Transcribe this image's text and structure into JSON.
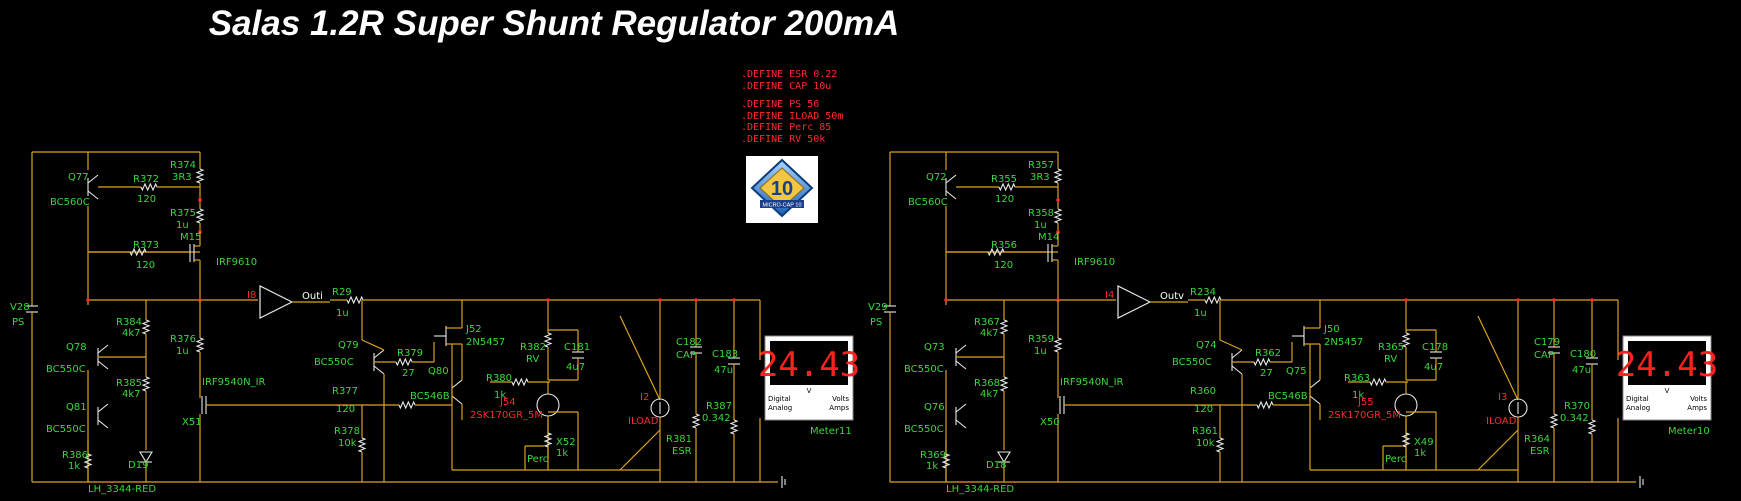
{
  "title": "Salas 1.2R Super Shunt Regulator 200mA",
  "defines": {
    "group1": [
      ".DEFINE ESR 0.22",
      ".DEFINE CAP 10u"
    ],
    "group2": [
      ".DEFINE PS 56",
      ".DEFINE ILOAD 50m",
      ".DEFINE Perc 85",
      ".DEFINE RV 50k"
    ]
  },
  "logo": {
    "text": "10",
    "caption": "MICRO-CAP 10"
  },
  "colors": {
    "background": "#000000",
    "wire": "#d9a21e",
    "label": "#39d83a",
    "red": "#ff2a2a",
    "component": "#e8e8e8"
  },
  "circuits": [
    {
      "v_source": [
        "V28",
        "PS"
      ],
      "q_top": [
        "Q77",
        "BC560C"
      ],
      "r_a": [
        "R372",
        "120"
      ],
      "r_b": [
        "R374",
        "3R3"
      ],
      "r_c": [
        "R375",
        "1u"
      ],
      "m_name": "M15",
      "r_d": [
        "R373",
        "120"
      ],
      "irf_top": "IRF9610",
      "r_e": [
        "R384",
        "4k7"
      ],
      "r_f": [
        "R376",
        "1u"
      ],
      "q_mid": [
        "Q78",
        "BC550C"
      ],
      "r_g": [
        "R385",
        "4k7"
      ],
      "q_low": [
        "Q81",
        "BC550C"
      ],
      "irf_low": "IRF9540N_IR",
      "x_low": "X51",
      "r_h": [
        "R386",
        "1k"
      ],
      "diode": "D19",
      "led": "LH_3344-RED",
      "amp_in": "I8",
      "amp_out": "Outi",
      "r_i": [
        "R29",
        "1u"
      ],
      "q_right": [
        "Q79",
        "BC550C"
      ],
      "r_j": [
        "R379",
        "27"
      ],
      "q_80": [
        "Q80",
        "BC546B"
      ],
      "r_k": [
        "R377",
        "120"
      ],
      "r_l": [
        "R378",
        "10k"
      ],
      "jfet_a": [
        "J52",
        "2N5457"
      ],
      "r_m": [
        "R382",
        "RV"
      ],
      "c_a": [
        "C181",
        "4u7"
      ],
      "r_n": [
        "R380",
        "1k"
      ],
      "jfet_b": [
        "J54",
        "2SK170GR_5M"
      ],
      "x_pot": [
        "X52",
        "1k"
      ],
      "perc": "Perc",
      "isrc": [
        "I2",
        "ILOAD"
      ],
      "c_b": [
        "C182",
        "CAP"
      ],
      "c_c": [
        "C183",
        "47u"
      ],
      "r_o": [
        "R387",
        "0.342"
      ],
      "r_p": [
        "R381",
        "ESR"
      ],
      "meter": {
        "display": "24.43",
        "unit": "V",
        "left": [
          "Digital",
          "Analog"
        ],
        "right": [
          "Volts",
          "Amps"
        ],
        "name": "Meter11"
      }
    },
    {
      "v_source": [
        "V29",
        "PS"
      ],
      "q_top": [
        "Q72",
        "BC560C"
      ],
      "r_a": [
        "R355",
        "120"
      ],
      "r_b": [
        "R357",
        "3R3"
      ],
      "r_c": [
        "R358",
        "1u"
      ],
      "m_name": "M14",
      "r_d": [
        "R356",
        "120"
      ],
      "irf_top": "IRF9610",
      "r_e": [
        "R367",
        "4k7"
      ],
      "r_f": [
        "R359",
        "1u"
      ],
      "q_mid": [
        "Q73",
        "BC550C"
      ],
      "r_g": [
        "R368",
        "4k7"
      ],
      "q_low": [
        "Q76",
        "BC550C"
      ],
      "irf_low": "IRF9540N_IR",
      "x_low": "X50",
      "r_h": [
        "R369",
        "1k"
      ],
      "diode": "D18",
      "led": "LH_3344-RED",
      "amp_in": "I4",
      "amp_out": "Outv",
      "r_i": [
        "R234",
        "1u"
      ],
      "q_right": [
        "Q74",
        "BC550C"
      ],
      "r_j": [
        "R362",
        "27"
      ],
      "q_80": [
        "Q75",
        "BC546B"
      ],
      "r_k": [
        "R360",
        "120"
      ],
      "r_l": [
        "R361",
        "10k"
      ],
      "jfet_a": [
        "J50",
        "2N5457"
      ],
      "r_m": [
        "R365",
        "RV"
      ],
      "c_a": [
        "C178",
        "4u7"
      ],
      "r_n": [
        "R363",
        "1k"
      ],
      "jfet_b": [
        "J55",
        "2SK170GR_5M"
      ],
      "x_pot": [
        "X49",
        "1k"
      ],
      "perc": "Perc",
      "isrc": [
        "I3",
        "ILOAD"
      ],
      "c_b": [
        "C179",
        "CAP"
      ],
      "c_c": [
        "C180",
        "47u"
      ],
      "r_o": [
        "R370",
        "0.342"
      ],
      "r_p": [
        "R364",
        "ESR"
      ],
      "meter": {
        "display": "24.43",
        "unit": "V",
        "left": [
          "Digital",
          "Analog"
        ],
        "right": [
          "Volts",
          "Amps"
        ],
        "name": "Meter10"
      }
    }
  ]
}
